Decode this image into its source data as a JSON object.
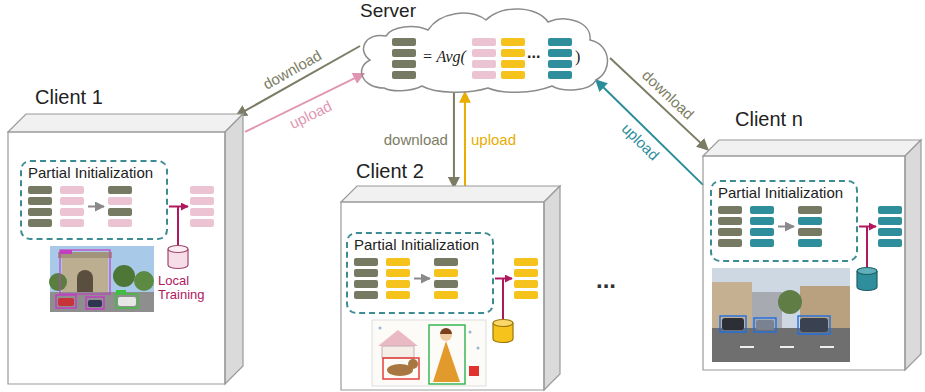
{
  "diagram": {
    "nodes": [
      {
        "text": [
          "Server",
          "= Avg(",
          "...",
          ")"
        ]
      },
      {
        "text": [
          "Client 1"
        ]
      },
      {
        "text": [
          "Partial Initialization"
        ],
        "in": 1
      },
      {
        "text": [
          "Client 2"
        ]
      },
      {
        "text": [
          "Partial Initialization"
        ],
        "in": 3
      },
      {
        "text": [
          "Client n"
        ]
      },
      {
        "text": [
          "Partial Initialization"
        ],
        "in": 5
      }
    ],
    "edges": [
      {
        "from": 0,
        "to": 1,
        "arrow": "to",
        "label": "download"
      },
      {
        "from": 1,
        "to": 0,
        "arrow": "to",
        "label": "upload"
      },
      {
        "from": 0,
        "to": 3,
        "arrow": "to",
        "label": "download"
      },
      {
        "from": 3,
        "to": 0,
        "arrow": "to",
        "label": "upload"
      },
      {
        "from": 0,
        "to": 5,
        "arrow": "to",
        "label": "download"
      },
      {
        "from": 5,
        "to": 0,
        "arrow": "to",
        "label": "upload"
      }
    ],
    "labels": [
      "Local Training",
      "..."
    ]
  }
}
